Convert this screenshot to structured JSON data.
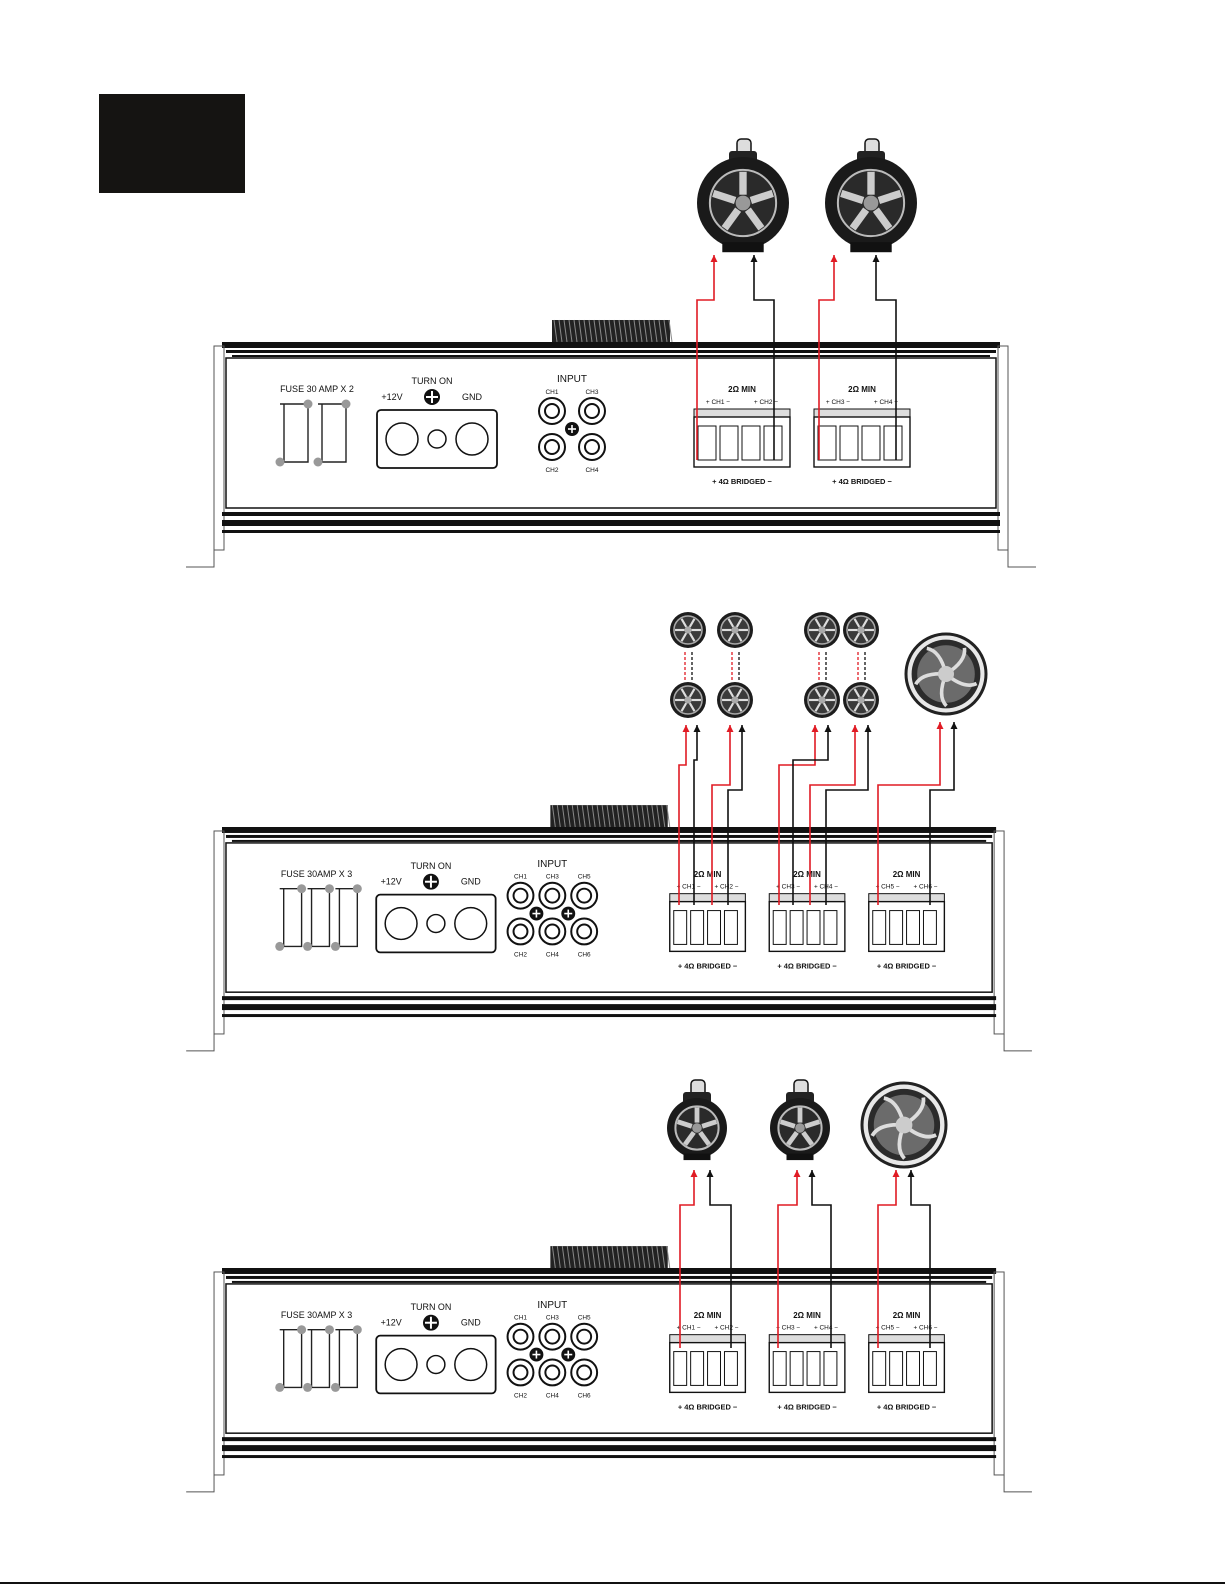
{
  "page": {
    "number": ""
  },
  "colors": {
    "positive_wire": "#e01b24",
    "negative_wire": "#111111",
    "tab": "#151412"
  },
  "amps": [
    {
      "fuse_label": "FUSE 30 AMP X 2",
      "turn_on_label": "TURN ON",
      "plus12_label": "+12V",
      "gnd_label": "GND",
      "input_label": "INPUT",
      "rca_top": [
        "CH1",
        "CH3"
      ],
      "rca_bottom": [
        "CH2",
        "CH4"
      ],
      "terminals": [
        {
          "min_label": "2Ω MIN",
          "left_label": "+ CH1 −",
          "right_label": "+ CH2 −",
          "bridged_label": "+    4Ω BRIDGED    −"
        },
        {
          "min_label": "2Ω MIN",
          "left_label": "+ CH3 −",
          "right_label": "+ CH4 −",
          "bridged_label": "+    4Ω BRIDGED    −"
        }
      ],
      "speakers": [
        "tower speaker",
        "tower speaker"
      ]
    },
    {
      "fuse_label": "FUSE 30AMP X 3",
      "turn_on_label": "TURN ON",
      "plus12_label": "+12V",
      "gnd_label": "GND",
      "input_label": "INPUT",
      "rca_top": [
        "CH1",
        "CH3",
        "CH5"
      ],
      "rca_bottom": [
        "CH2",
        "CH4",
        "CH6"
      ],
      "terminals": [
        {
          "min_label": "2Ω MIN",
          "left_label": "+ CH1 −",
          "right_label": "+ CH2 −",
          "bridged_label": "+    4Ω BRIDGED    −"
        },
        {
          "min_label": "2Ω MIN",
          "left_label": "+ CH3 −",
          "right_label": "+ CH4 −",
          "bridged_label": "+    4Ω BRIDGED    −"
        },
        {
          "min_label": "2Ω MIN",
          "left_label": "+ CH5 −",
          "right_label": "+ CH6 −",
          "bridged_label": "+    4Ω BRIDGED    −"
        }
      ]
    },
    {
      "fuse_label": "FUSE 30AMP X 3",
      "turn_on_label": "TURN ON",
      "plus12_label": "+12V",
      "gnd_label": "GND",
      "input_label": "INPUT",
      "rca_top": [
        "CH1",
        "CH3",
        "CH5"
      ],
      "rca_bottom": [
        "CH2",
        "CH4",
        "CH6"
      ],
      "terminals": [
        {
          "min_label": "2Ω MIN",
          "left_label": "+ CH1 −",
          "right_label": "+ CH2 −",
          "bridged_label": "+    4Ω BRIDGED    −"
        },
        {
          "min_label": "2Ω MIN",
          "left_label": "+ CH3 −",
          "right_label": "+ CH4 −",
          "bridged_label": "+    4Ω BRIDGED    −"
        },
        {
          "min_label": "2Ω MIN",
          "left_label": "+ CH5 −",
          "right_label": "+ CH6 −",
          "bridged_label": "+    4Ω BRIDGED    −"
        }
      ]
    }
  ]
}
